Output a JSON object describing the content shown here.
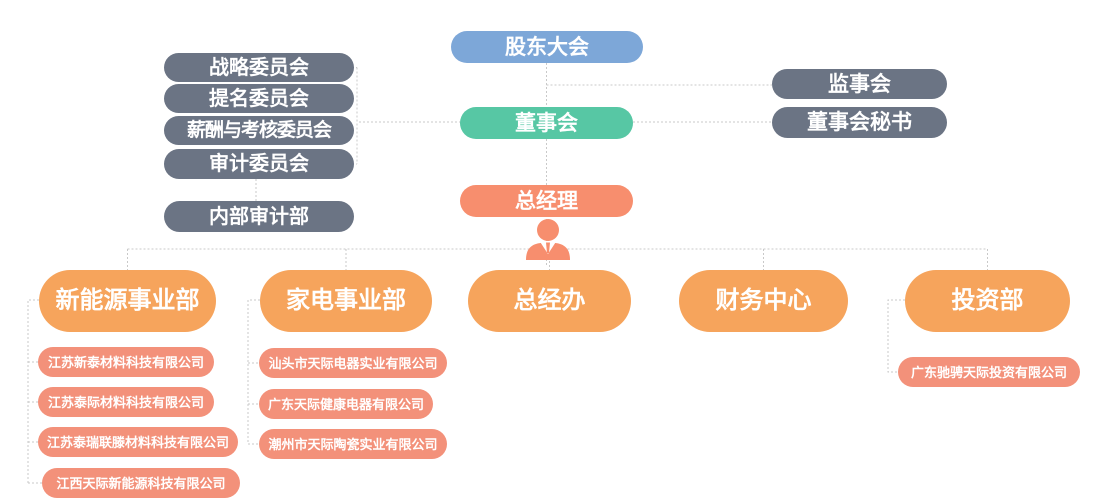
{
  "chart": {
    "nodes": {
      "shareholders": "股东大会",
      "board": "董事会",
      "general_manager": "总经理",
      "supervisory_board": "监事会",
      "board_secretary": "董事会秘书",
      "internal_audit": "内部审计部"
    },
    "committees": [
      "战略委员会",
      "提名委员会",
      "薪酬与考核委员会",
      "审计委员会"
    ],
    "departments": [
      {
        "label": "新能源事业部",
        "subsidiaries": [
          "江苏新泰材料科技有限公司",
          "江苏泰际材料科技有限公司",
          "江苏泰瑞联滕材料科技有限公司",
          "江西天际新能源科技有限公司"
        ]
      },
      {
        "label": "家电事业部",
        "subsidiaries": [
          "汕头市天际电器实业有限公司",
          "广东天际健康电器有限公司",
          "潮州市天际陶瓷实业有限公司"
        ]
      },
      {
        "label": "总经办",
        "subsidiaries": []
      },
      {
        "label": "财务中心",
        "subsidiaries": []
      },
      {
        "label": "投资部",
        "subsidiaries": [
          "广东驰骋天际投资有限公司"
        ]
      }
    ],
    "icons": {
      "person": "person-icon"
    },
    "colors": {
      "shareholders_blue": "#7DA7D8",
      "board_teal": "#57C7A4",
      "general_manager_salmon": "#F78E6E",
      "governance_gray": "#6B7484",
      "department_orange": "#F6A45C",
      "subsidiary_salmon": "#F3917A",
      "connector_gray": "#C9C9C9",
      "text_white": "#FFFFFF"
    }
  }
}
